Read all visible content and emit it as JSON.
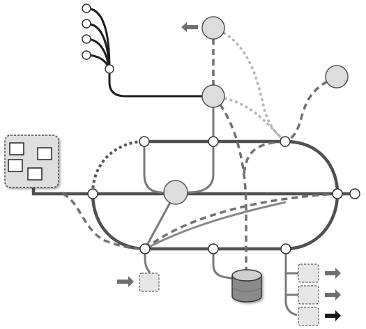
{
  "diagram": {
    "type": "network-topology",
    "colors": {
      "background": "#ffffff",
      "track_dark": "#3a3a3a",
      "track_mid": "#555555",
      "link_gray": "#7a7a7a",
      "dashed_dark": "#6f6f6f",
      "dotted_light": "#b5b5b5",
      "node_fill": "#dcdcdc",
      "node_stroke": "#555555",
      "junction_fill": "#ffffff",
      "cluster_fill": "#dedede",
      "box_fill": "#e6e6e6",
      "database_top": "#cfcfcf",
      "database_body": "#8a8a8a",
      "arrow_gray": "#6e6e6e",
      "arrow_dark": "#1a1a1a"
    },
    "nodes": [
      {
        "id": "hub-top",
        "kind": "large-circle-node"
      },
      {
        "id": "hub-middle",
        "kind": "large-circle-node"
      },
      {
        "id": "hub-center",
        "kind": "large-circle-node"
      },
      {
        "id": "hub-far-right",
        "kind": "large-circle-node"
      },
      {
        "id": "client-cluster",
        "kind": "group-of-terminals"
      },
      {
        "id": "database",
        "kind": "cylinder-store"
      },
      {
        "id": "terminal-input",
        "kind": "small-dashed-box"
      },
      {
        "id": "terminal-output-1",
        "kind": "small-dashed-box"
      },
      {
        "id": "terminal-output-2",
        "kind": "small-dashed-box"
      },
      {
        "id": "terminal-output-3",
        "kind": "small-dashed-box"
      }
    ],
    "icons": {
      "left_arrow": "arrow-left-icon",
      "right_arrow": "arrow-right-icon",
      "database": "database-icon",
      "terminal": "terminal-box-icon"
    }
  }
}
